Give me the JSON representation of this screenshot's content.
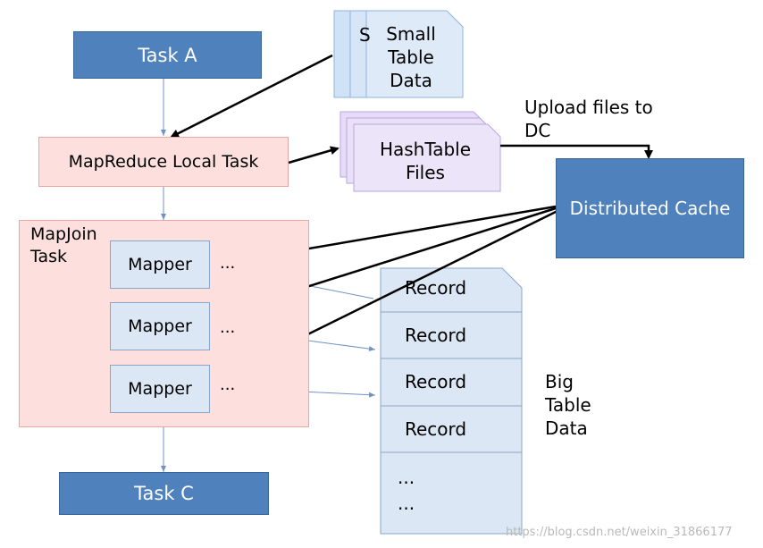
{
  "task_a": "Task A",
  "task_c": "Task C",
  "small_table": [
    "Small",
    "Table",
    "Data"
  ],
  "small_table_peek": "S",
  "local_task": "MapReduce Local Task",
  "hashtable": [
    "HashTable",
    "Files"
  ],
  "upload": [
    "Upload files to",
    "DC"
  ],
  "distributed_cache": "Distributed Cache",
  "mapjoin": [
    "MapJoin",
    "Task"
  ],
  "mappers": [
    "Mapper",
    "Mapper",
    "Mapper"
  ],
  "dots": "...",
  "records": [
    "Record",
    "Record",
    "Record",
    "Record"
  ],
  "ellipses": [
    "...",
    "..."
  ],
  "big_table": [
    "Big",
    "Table",
    "Data"
  ],
  "watermark": "https://blog.csdn.net/weixin_31866177",
  "colors": {
    "task_blue": "#4f81bd",
    "local_task_fill": "#fde0dd",
    "mapper_fill": "#dbe7f4",
    "hashtable_fill": "#e6dcf7",
    "record_fill": "#dbe7f4"
  }
}
